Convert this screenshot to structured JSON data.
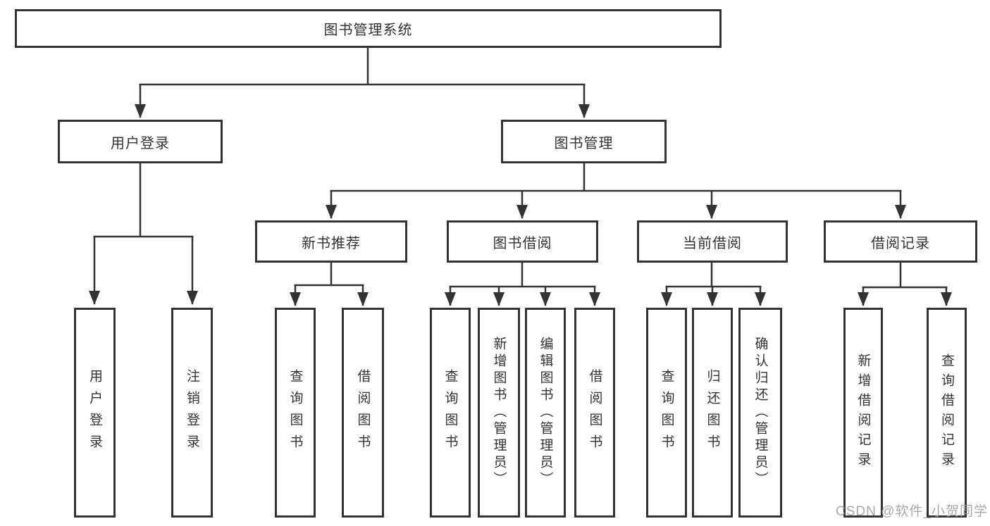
{
  "diagram": {
    "title": "图书管理系统",
    "root_label": "图书管理系统",
    "level2": [
      "用户登录",
      "图书管理"
    ],
    "level3": [
      "新书推荐",
      "图书借阅",
      "当前借阅",
      "借阅记录"
    ],
    "leaves_user_login": [
      "用户登录",
      "注销登录"
    ],
    "leaves_new_book": [
      "查询图书",
      "借阅图书"
    ],
    "leaves_book_borrow": [
      "查询图书",
      "新增图书（管理员）",
      "编辑图书（管理员）",
      "借阅图书"
    ],
    "leaves_current_borrow": [
      "查询图书",
      "归还图书",
      "确认归还（管理员）"
    ],
    "leaves_borrow_record": [
      "新增借阅记录",
      "查询借阅记录"
    ],
    "watermark": "CSDN @软件_小贺同学",
    "colors": {
      "line": "#333333",
      "border": "#333333",
      "text": "#333333",
      "watermark": "#9e9e9e",
      "background": "#ffffff"
    }
  }
}
